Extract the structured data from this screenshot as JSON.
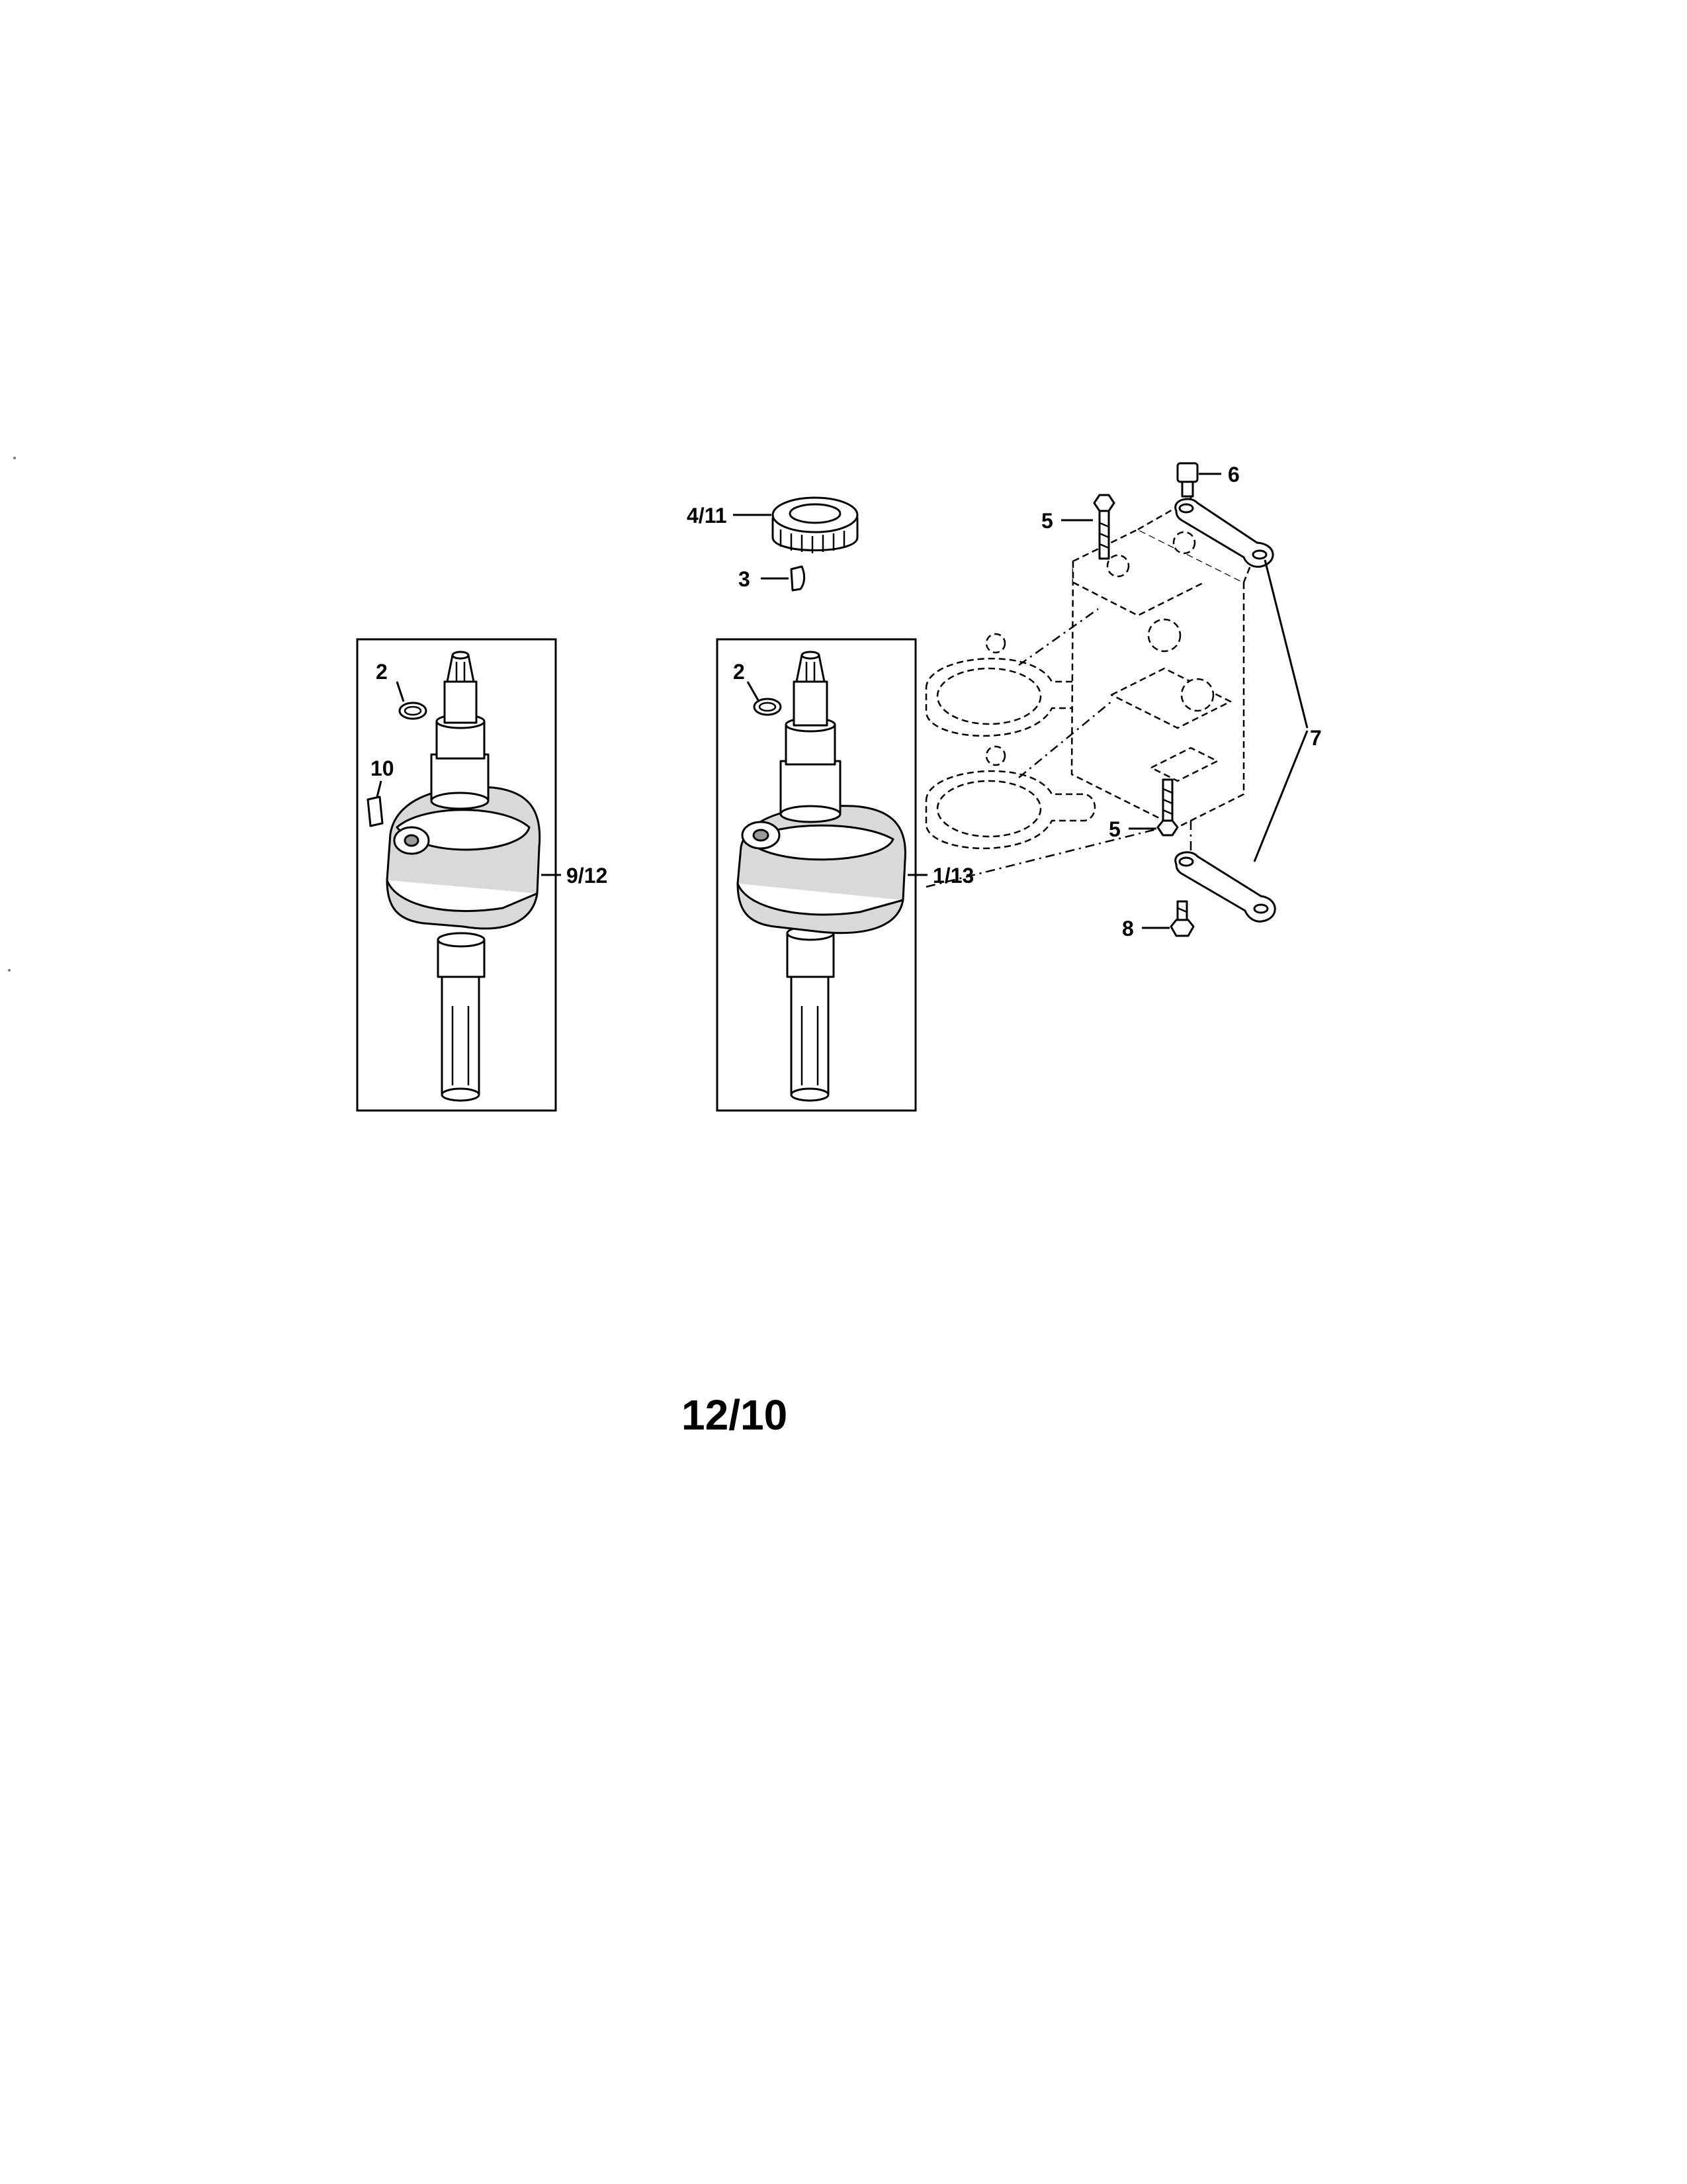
{
  "diagram": {
    "page_number": "12/10",
    "callouts": {
      "gear": "4/11",
      "key_small": "3",
      "washer_left": "2",
      "key_left": "10",
      "crank_left": "9/12",
      "washer_right": "2",
      "crank_right": "1/13",
      "bolt_top": "5",
      "bolt_bottom": "5",
      "screw_top": "6",
      "plates": "7",
      "bolt_lower": "8"
    }
  }
}
